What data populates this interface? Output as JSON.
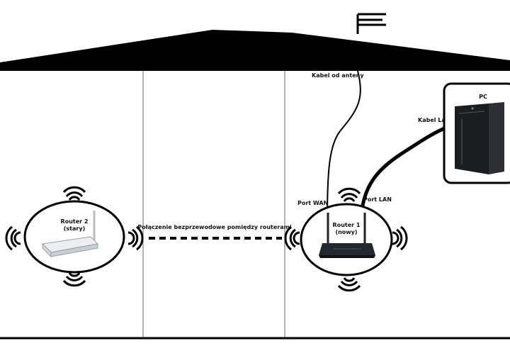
{
  "labels": {
    "antenna_cable": "Kabel od anteny",
    "lan_cable": "Kabel Lan",
    "pc": "PC",
    "port_wan": "Port WAN",
    "port_lan": "Port LAN",
    "router1_line1": "Router 1",
    "router1_line2": "(nowy)",
    "router2_line1": "Router 2",
    "router2_line2": "(stary)",
    "wireless_link": "Połączenie bezprzewodowe pomiędzy routerami"
  },
  "colors": {
    "ink": "#000000",
    "background": "#ffffff",
    "router1_body": "#23272e",
    "router2_body": "#eceef1",
    "pc_case": "#1c1d20"
  },
  "icons": [
    "house-roof",
    "rooftop-antenna",
    "wifi-waves",
    "router-dark",
    "router-white",
    "pc-tower"
  ]
}
